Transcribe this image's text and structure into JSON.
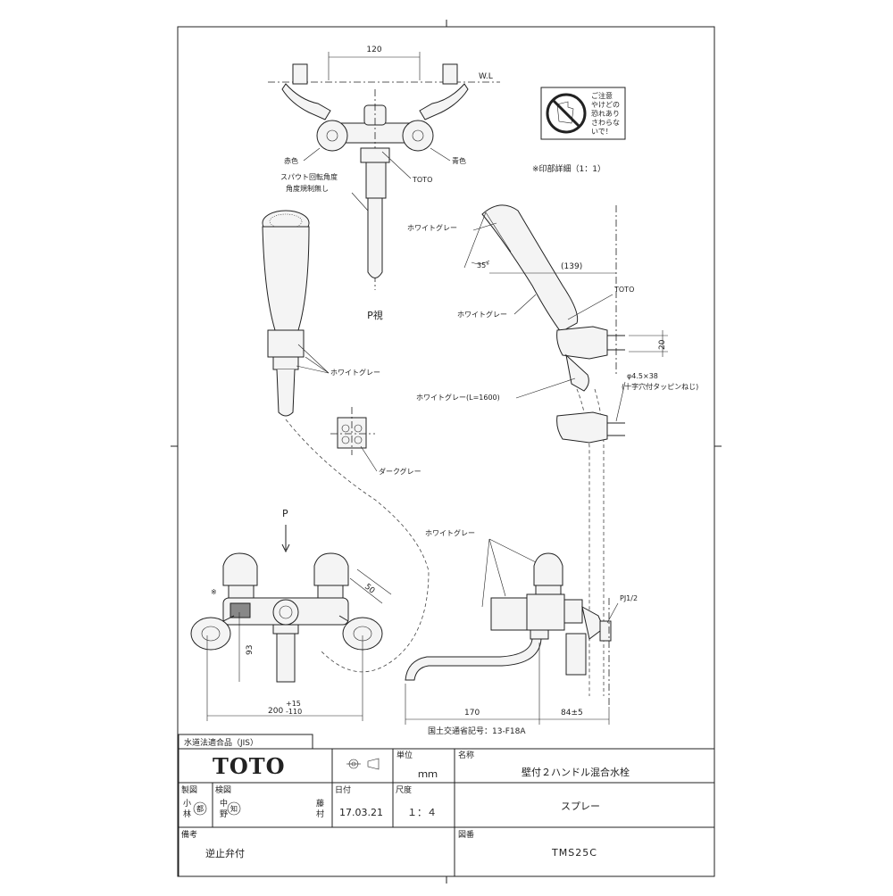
{
  "drawing": {
    "top_view": {
      "dim_width": "120",
      "water_level": "W.L",
      "red_label": "赤色",
      "blue_label": "青色",
      "toto_mark": "TOTO",
      "spout_note_1": "スパウト回転角度",
      "spout_note_2": "角度規制無し",
      "p_view": "P視"
    },
    "print_detail": {
      "title": "※印部詳細（1：1）",
      "caution_lines": [
        "ご注意",
        "やけどの",
        "恐れあり",
        "さわらな",
        "いで！"
      ]
    },
    "shower_side": {
      "white_grey_1": "ホワイトグレー",
      "angle": "35°",
      "dim_139": "(139)",
      "toto": "TOTO",
      "white_grey_2": "ホワイトグレー",
      "dim_20": "20",
      "screw_1": "φ4.5×38",
      "screw_2": "(十字穴付タッピンねじ)",
      "hose": "ホワイトグレー(L=1600)"
    },
    "shower_front": {
      "white_grey": "ホワイトグレー",
      "dark_grey": "ダークグレー"
    },
    "front_view": {
      "p_arrow": "P",
      "mark": "※",
      "dim_50": "50",
      "dim_93": "93",
      "dim_200": "200",
      "tol_plus": "+15",
      "tol_minus": "-110"
    },
    "side_view": {
      "white_grey": "ホワイトグレー",
      "pipe": "PJ1/2",
      "dim_170": "170",
      "dim_84": "84±5"
    },
    "reg_code": "国土交通省記号：13-F18A"
  },
  "title_block": {
    "water_law": "水道法適合品（JIS）",
    "logo": "TOTO",
    "unit_label": "単位",
    "unit_value": "ｍｍ",
    "name_label": "名称",
    "name_value": "壁付２ハンドル混合水栓",
    "made_label": "製図",
    "check_label": "検図",
    "date_label": "日付",
    "date_value": "17.03.21",
    "scale_label": "尺度",
    "scale_value": "１：４",
    "subtitle": "スプレー",
    "made_names": [
      "小",
      "林"
    ],
    "made_stamp": "都",
    "check_names": [
      "中",
      "野"
    ],
    "check_stamp": "知",
    "check_names_2": [
      "藤",
      "村"
    ],
    "remarks_label": "備考",
    "remarks_value": "逆止弁付",
    "drawing_no_label": "図番",
    "drawing_no_value": "TMS25C"
  }
}
